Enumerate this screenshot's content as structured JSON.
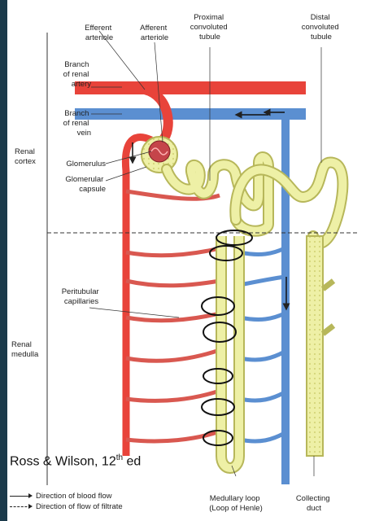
{
  "labels": {
    "efferent": [
      "Efferent",
      "arteriole"
    ],
    "afferent": [
      "Afferent",
      "arteriole"
    ],
    "proximal": [
      "Proximal",
      "convoluted",
      "tubule"
    ],
    "distal": [
      "Distal",
      "convoluted",
      "tubule"
    ],
    "branch_artery": [
      "Branch",
      "of renal",
      "artery"
    ],
    "branch_vein": [
      "Branch",
      "of renal",
      "vein"
    ],
    "renal_cortex": [
      "Renal",
      "cortex"
    ],
    "glomerulus": "Glomerulus",
    "glomerular_capsule": [
      "Glomerular",
      "capsule"
    ],
    "peritubular": [
      "Peritubular",
      "capillaries"
    ],
    "renal_medulla": [
      "Renal",
      "medulla"
    ],
    "medullary_loop": [
      "Medullary loop",
      "(Loop of Henle)"
    ],
    "collecting_duct": [
      "Collecting",
      "duct"
    ]
  },
  "citation": {
    "main": "Ross & Wilson, 12",
    "sup": "th",
    "tail": " ed"
  },
  "legend": {
    "blood_flow": "Direction of blood flow",
    "filtrate_flow": "Direction of flow of filtrate"
  },
  "colors": {
    "artery": "#e8433a",
    "vein": "#5b8fd1",
    "tubule_fill": "#eef0a6",
    "tubule_edge": "#b7b75a",
    "background": "#ffffff",
    "left_edge": "#1b3a4b"
  },
  "icons": {
    "arrow_solid": "arrow-right-icon",
    "arrow_dashed": "dashed-arrow-right-icon"
  }
}
